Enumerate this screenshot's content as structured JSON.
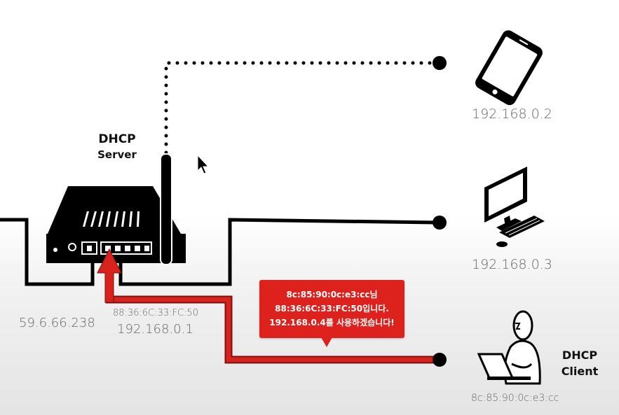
{
  "server": {
    "label_line1": "DHCP",
    "label_line2": "Server"
  },
  "client": {
    "label_line1": "DHCP",
    "label_line2": "Client",
    "mac": "8c:85:90:0c:e3:cc"
  },
  "devices": {
    "phone_ip": "192.168.0.2",
    "desktop_ip": "192.168.0.3"
  },
  "router": {
    "wan_ip": "59.6.66.238",
    "mac": "88:36:6C:33:FC:50",
    "lan_ip": "192.168.0.1"
  },
  "message": {
    "line1": "8c:85:90:0c:e3:cc님",
    "line2": "88:36:6C:33:FC:50입니다.",
    "line3": "192.168.0.4를 사용하겠습니다!"
  },
  "colors": {
    "line": "#000000",
    "highlight": "#d8231c",
    "text_muted": "#666666"
  },
  "icons": [
    "router-icon",
    "smartphone-icon",
    "desktop-computer-icon",
    "person-laptop-icon",
    "mouse-pointer-icon",
    "red-arrow-icon"
  ]
}
